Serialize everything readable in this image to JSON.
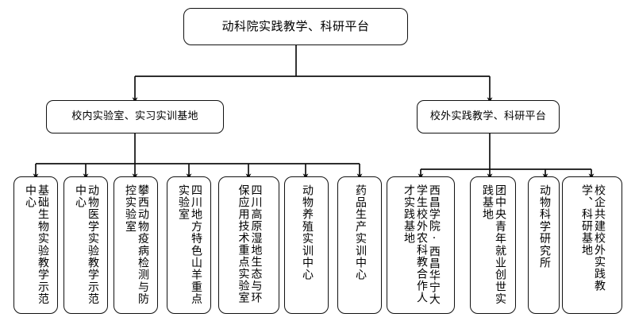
{
  "diagram": {
    "type": "organization-tree",
    "orientation": "top-down",
    "title_text": "动科院实践教学、科研平台",
    "line_color": "#111111",
    "box_fill": "#ffffff",
    "text_color": "#000000",
    "levels": 3
  },
  "root": {
    "id": "root",
    "label": "动科院实践教学、科研平台"
  },
  "level2": [
    {
      "id": "internal",
      "label": "校内实验室、实习实训基地",
      "child_count": 7
    },
    {
      "id": "external",
      "label": "校外实践教学、科研平台",
      "child_count": 4
    }
  ],
  "leaves_internal": [
    {
      "id": "leaf-1",
      "label": "基础生物实验教学示范中心"
    },
    {
      "id": "leaf-2",
      "label": "动物医学实验教学示范中心"
    },
    {
      "id": "leaf-3",
      "label": "攀西动物疫病检测与防控实验室"
    },
    {
      "id": "leaf-4",
      "label": "四川地方特色山羊重点实验室"
    },
    {
      "id": "leaf-5",
      "label": "四川高原湿地生态与环保应用技术重点实验室"
    },
    {
      "id": "leaf-6",
      "label": "动物养殖实训中心"
    },
    {
      "id": "leaf-7",
      "label": "药品生产实训中心"
    }
  ],
  "leaves_external": [
    {
      "id": "leaf-8",
      "label": "西昌学院·西昌华宁大学生校外农科教合作人才实践基地"
    },
    {
      "id": "leaf-9",
      "label": "团中央青年就业创世实践基地"
    },
    {
      "id": "leaf-10",
      "label": "动物科学研究所"
    },
    {
      "id": "leaf-11",
      "label": "校企共建校外实践教学、科研基地"
    }
  ]
}
